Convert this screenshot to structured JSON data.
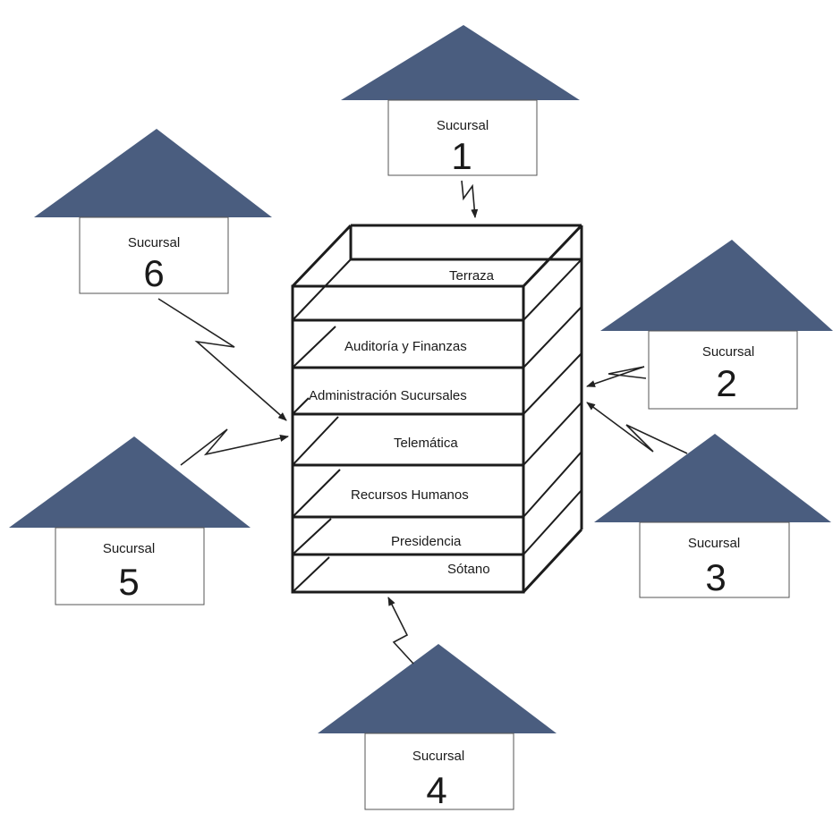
{
  "colors": {
    "roof": "#4a5d7f",
    "building_stroke": "#1c1c1c",
    "box_stroke": "#555555",
    "link_stroke": "#222222",
    "background": "#ffffff"
  },
  "building": {
    "floors": [
      {
        "label": "Terraza"
      },
      {
        "label": "Auditoría y Finanzas"
      },
      {
        "label": "Administración Sucursales"
      },
      {
        "label": "Telemática"
      },
      {
        "label": "Recursos Humanos"
      },
      {
        "label": "Presidencia"
      },
      {
        "label": "Sótano"
      }
    ]
  },
  "branches": [
    {
      "label": "Sucursal",
      "number": "1"
    },
    {
      "label": "Sucursal",
      "number": "2"
    },
    {
      "label": "Sucursal",
      "number": "3"
    },
    {
      "label": "Sucursal",
      "number": "4"
    },
    {
      "label": "Sucursal",
      "number": "5"
    },
    {
      "label": "Sucursal",
      "number": "6"
    }
  ]
}
